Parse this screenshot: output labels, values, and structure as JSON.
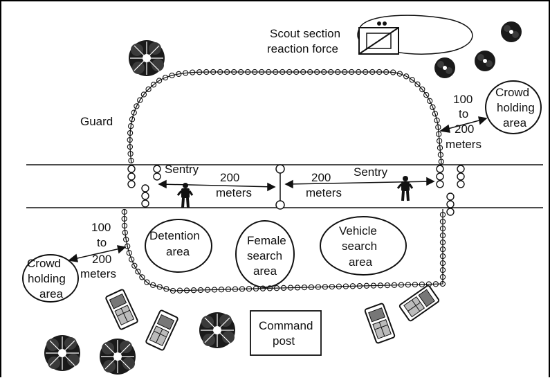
{
  "colors": {
    "ink": "#111111",
    "background": "#ffffff",
    "frame": "#000000"
  },
  "icons": [
    "tree-icon",
    "vehicle-icon",
    "soldier-icon",
    "tent-icon"
  ],
  "labels": {
    "scout_line1": "Scout section",
    "scout_line2": "reaction force",
    "guard": "Guard",
    "dist_tr_1": "100",
    "dist_tr_2": "to",
    "dist_tr_3": "200",
    "dist_tr_4": "meters",
    "crowd_tr_1": "Crowd",
    "crowd_tr_2": "holding",
    "crowd_tr_3": "area",
    "sentry_left": "Sentry",
    "sentry_right": "Sentry",
    "dist_mid_left_1": "200",
    "dist_mid_left_2": "meters",
    "dist_mid_right_1": "200",
    "dist_mid_right_2": "meters",
    "detention_1": "Detention",
    "detention_2": "area",
    "female_1": "Female",
    "female_2": "search",
    "female_3": "area",
    "vehicle_1": "Vehicle",
    "vehicle_2": "search",
    "vehicle_3": "area",
    "dist_bl_1": "100",
    "dist_bl_2": "to",
    "dist_bl_3": "200",
    "dist_bl_4": "meters",
    "crowd_bl_1": "Crowd",
    "crowd_bl_2": "holding",
    "crowd_bl_3": "area",
    "command_1": "Command",
    "command_2": "post"
  }
}
